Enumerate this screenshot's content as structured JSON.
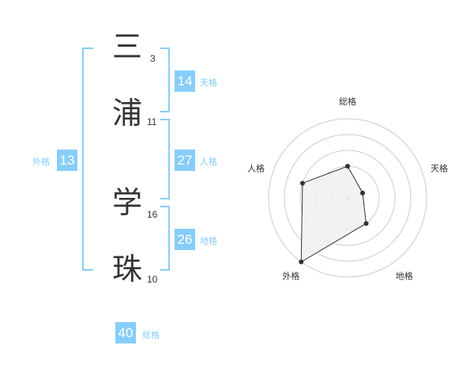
{
  "name": {
    "characters": [
      {
        "char": "三",
        "strokes": "3"
      },
      {
        "char": "浦",
        "strokes": "11"
      },
      {
        "char": "学",
        "strokes": "16"
      },
      {
        "char": "珠",
        "strokes": "10"
      }
    ]
  },
  "fortunes": {
    "tenkaku": {
      "value": "14",
      "label": "天格"
    },
    "jinkaku": {
      "value": "27",
      "label": "人格"
    },
    "chikaku": {
      "value": "26",
      "label": "地格"
    },
    "gaikaku": {
      "value": "13",
      "label": "外格"
    },
    "soukaku": {
      "value": "40",
      "label": "総格"
    }
  },
  "chart_data": {
    "type": "radar",
    "axes": [
      "総格",
      "天格",
      "地格",
      "外格",
      "人格"
    ],
    "values": [
      2,
      1,
      2,
      5,
      3
    ],
    "max": 5,
    "grid": true,
    "colors": {
      "fill": "#f0f0f0",
      "line": "#333333",
      "grid": "#cccccc",
      "center": "#bbbbbb"
    }
  }
}
